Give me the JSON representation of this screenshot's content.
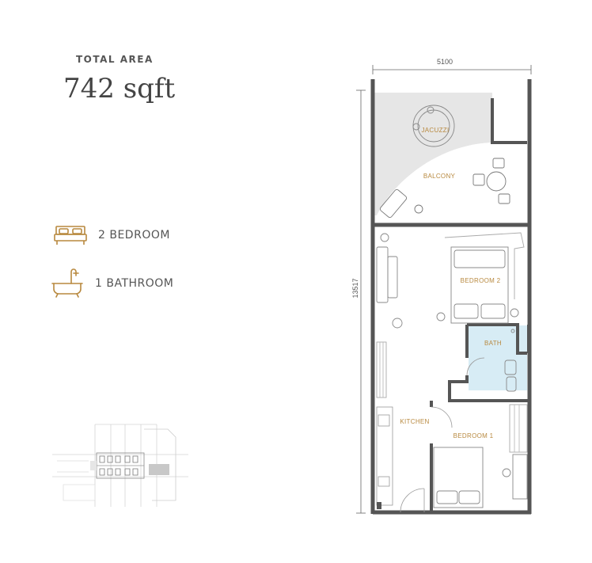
{
  "summary": {
    "total_area_label": "TOTAL AREA",
    "total_area_value": "742 sqft"
  },
  "features": {
    "bedroom": "2 BEDROOM",
    "bathroom": "1 BATHROOM"
  },
  "floorplan": {
    "width_dim": "5100",
    "height_dim": "13517",
    "rooms": {
      "jacuzzi": "JACUZZI",
      "balcony": "BALCONY",
      "bedroom2": "BEDROOM 2",
      "bath": "BATH",
      "kitchen": "KITCHEN",
      "bedroom1": "BEDROOM 1"
    }
  },
  "colors": {
    "accent": "#b8893f",
    "wall": "#555555",
    "balcony_fill": "#e6e6e6",
    "bath_fill": "#d7ecf5"
  }
}
